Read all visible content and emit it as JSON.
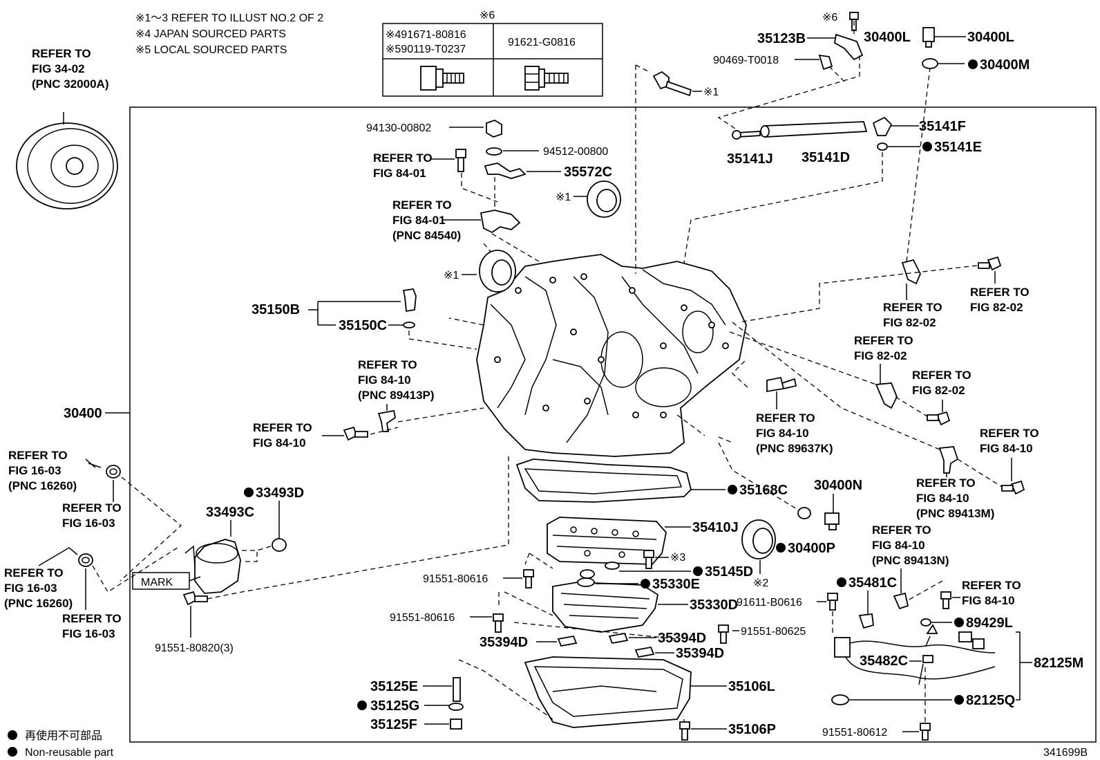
{
  "notes": {
    "line1": "※1～3 REFER TO ILLUST NO.2 OF 2",
    "line2": "※4 JAPAN SOURCED PARTS",
    "line3": "※5 LOCAL SOURCED PARTS"
  },
  "bolt_table": {
    "header": "※6",
    "left_line1": "※491671-80816",
    "left_line2": "※590119-T0237",
    "right": "91621-G0816"
  },
  "legend": {
    "jp": "再使用不可部品",
    "en": "Non-reusable part"
  },
  "illustration_id": "341699B",
  "labels": {
    "l30400L": "30400L",
    "l30400M": "30400M",
    "l35123B": "35123B",
    "l90469": "90469-T0018",
    "l35141F": "35141F",
    "l35141J": "35141J",
    "l35141D": "35141D",
    "l35141E": "35141E",
    "l94130": "94130-00802",
    "l94512": "94512-00800",
    "l35572C": "35572C",
    "l35150B": "35150B",
    "l35150C": "35150C",
    "l30400": "30400",
    "l33493D": "33493D",
    "l33493C": "33493C",
    "l35168C": "35168C",
    "l30400N": "30400N",
    "l35410J": "35410J",
    "l30400P": "30400P",
    "l35145D": "35145D",
    "l35330E": "35330E",
    "l35330D": "35330D",
    "l91551_80616a": "91551-80616",
    "l91551_80616b": "91551-80616",
    "l91551_80625": "91551-80625",
    "l91551_80820": "91551-80820(3)",
    "l35394Da": "35394D",
    "l35394Db": "35394D",
    "l35394Dc": "35394D",
    "l35125E": "35125E",
    "l35125G": "35125G",
    "l35125F": "35125F",
    "l35106L": "35106L",
    "l35106P": "35106P",
    "l35481C": "35481C",
    "l91611": "91611-B0616",
    "l89429L": "89429L",
    "l82125M": "82125M",
    "l35482C": "35482C",
    "l82125Q": "82125Q",
    "l91551_80612": "91551-80612",
    "mark": "MARK",
    "x1a": "※1",
    "x1b": "※1",
    "x1c": "※1",
    "x2": "※2",
    "x3": "※3",
    "x6": "※6"
  },
  "refs": {
    "r34_02": [
      "REFER TO",
      "FIG 34-02",
      "(PNC 32000A)"
    ],
    "r84_01a": [
      "REFER TO",
      "FIG 84-01"
    ],
    "r84_01b": [
      "REFER TO",
      "FIG 84-01",
      "(PNC 84540)"
    ],
    "r84_10a": [
      "REFER TO",
      "FIG 84-10",
      "(PNC 89413P)"
    ],
    "r84_10b": [
      "REFER TO",
      "FIG 84-10"
    ],
    "r16_03a": [
      "REFER TO",
      "FIG 16-03",
      "(PNC 16260)"
    ],
    "r16_03b": [
      "REFER TO",
      "FIG 16-03"
    ],
    "r16_03c": [
      "REFER TO",
      "FIG 16-03",
      "(PNC 16260)"
    ],
    "r16_03d": [
      "REFER TO",
      "FIG 16-03"
    ],
    "r82_02a": [
      "REFER TO",
      "FIG 82-02"
    ],
    "r82_02b": [
      "REFER TO",
      "FIG 82-02"
    ],
    "r82_02c": [
      "REFER TO",
      "FIG 82-02"
    ],
    "r82_02d": [
      "REFER TO",
      "FIG 82-02"
    ],
    "r84_10c": [
      "REFER TO",
      "FIG 84-10",
      "(PNC 89637K)"
    ],
    "r84_10d": [
      "REFER TO",
      "FIG 84-10"
    ],
    "r84_10e": [
      "REFER TO",
      "FIG 84-10",
      "(PNC 89413M)"
    ],
    "r84_10f": [
      "REFER TO",
      "FIG 84-10",
      "(PNC 89413N)"
    ],
    "r84_10g": [
      "REFER TO",
      "FIG 84-10"
    ]
  }
}
